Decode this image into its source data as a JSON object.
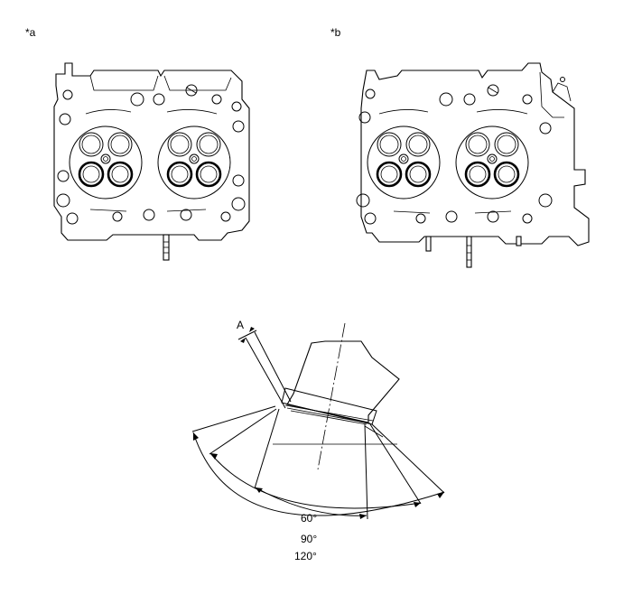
{
  "labels": {
    "view_a": "*a",
    "view_b": "*b",
    "dim_a": "A",
    "angle_60": "60°",
    "angle_90": "90°",
    "angle_120": "120°"
  }
}
